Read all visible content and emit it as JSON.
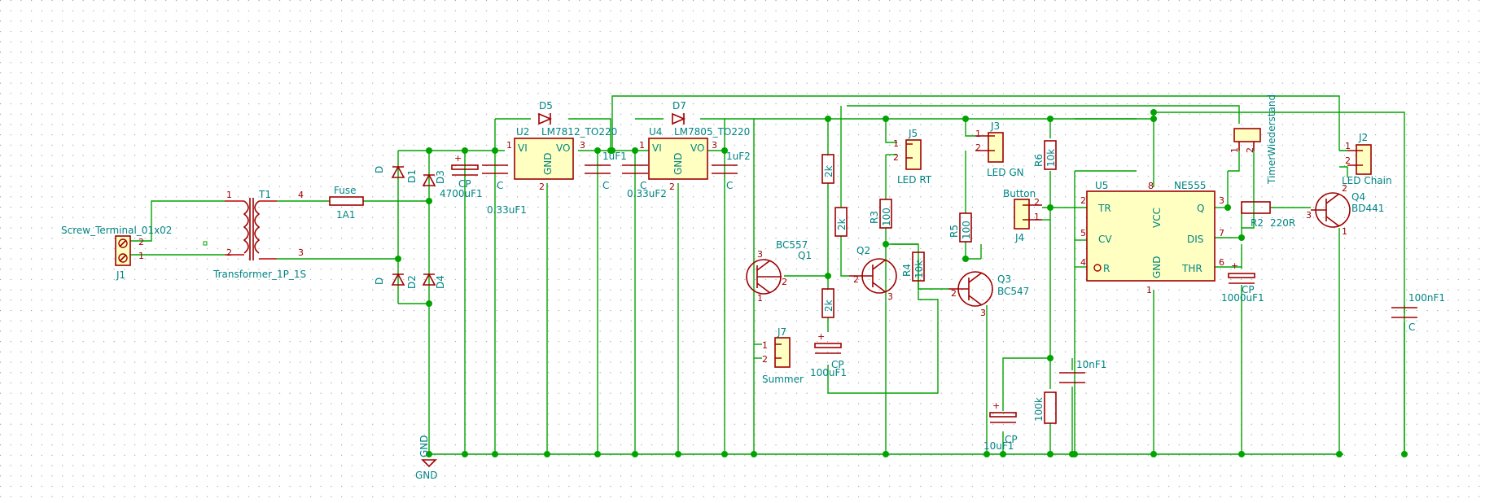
{
  "labels": {
    "screw_terminal_value": "Screw_Terminal_01x02",
    "j1": "J1",
    "t1": "T1",
    "transformer_value": "Transformer_1P_1S",
    "fuse_value": "Fuse",
    "fuse_ref": "1A1",
    "d_left_top": "D",
    "d1": "D1",
    "d3": "D3",
    "d_left_bot": "D",
    "d2": "D2",
    "d4": "D4",
    "cp1_ref": "CP",
    "cp1_val": "4700uF1",
    "c_a": "C",
    "c_a_val": "0.33uF1",
    "u2": "U2",
    "u2_val": "LM7812_TO220",
    "vi": "VI",
    "vo": "VO",
    "gnd": "GND",
    "d5": "D5",
    "c_b_val": "1uF1",
    "c_b": "C",
    "u4": "U4",
    "u4_val": "LM7805_TO220",
    "d7": "D7",
    "c_c": "C",
    "c_c_val": "0.33uF2",
    "c_d_val": "1uF2",
    "c_d": "C",
    "gnd_symbol_label": "GND",
    "gnd_label_vertical": "GND",
    "bc557": "BC557",
    "q1": "Q1",
    "q2": "Q2",
    "r_2k_a": "2k",
    "r_2k_b": "2k",
    "r_2k_c": "2k",
    "j7": "J7",
    "summer": "Summer",
    "cp2_ref": "CP",
    "cp2_val": "100uF1",
    "j5": "J5",
    "led_rt": "LED RT",
    "r3": "R3",
    "r3_val": "100",
    "r4": "R4",
    "r4_val": "10k",
    "j3": "J3",
    "led_gn": "LED GN",
    "r5": "R5",
    "r5_val": "100",
    "q3": "Q3",
    "bc547": "BC547",
    "r6": "R6",
    "r6_val": "10k",
    "button": "Button",
    "j4": "J4",
    "u5": "U5",
    "ne555": "NE555",
    "tr": "TR",
    "vcc": "VCC",
    "q_pin": "Q",
    "cv": "CV",
    "dis": "DIS",
    "r_pin": "R",
    "thr": "THR",
    "timer_label": "TimerWiederstand",
    "r2": "R2",
    "r2_val": "220R",
    "cp3_ref": "CP",
    "cp3_val": "1000uF1",
    "c_10nf": "10nF1",
    "r_100k": "100k",
    "cp4_ref": "CP",
    "cp4_val": "10uF1",
    "j2": "J2",
    "led_chain": "LED Chain",
    "q4": "Q4",
    "bd441": "BD441",
    "c_100nf": "100nF1",
    "c_e": "C",
    "plus": "+",
    "n1": "1",
    "n2": "2",
    "n3": "3",
    "n4": "4",
    "n5": "5",
    "n6": "6",
    "n7": "7",
    "n8": "8"
  }
}
